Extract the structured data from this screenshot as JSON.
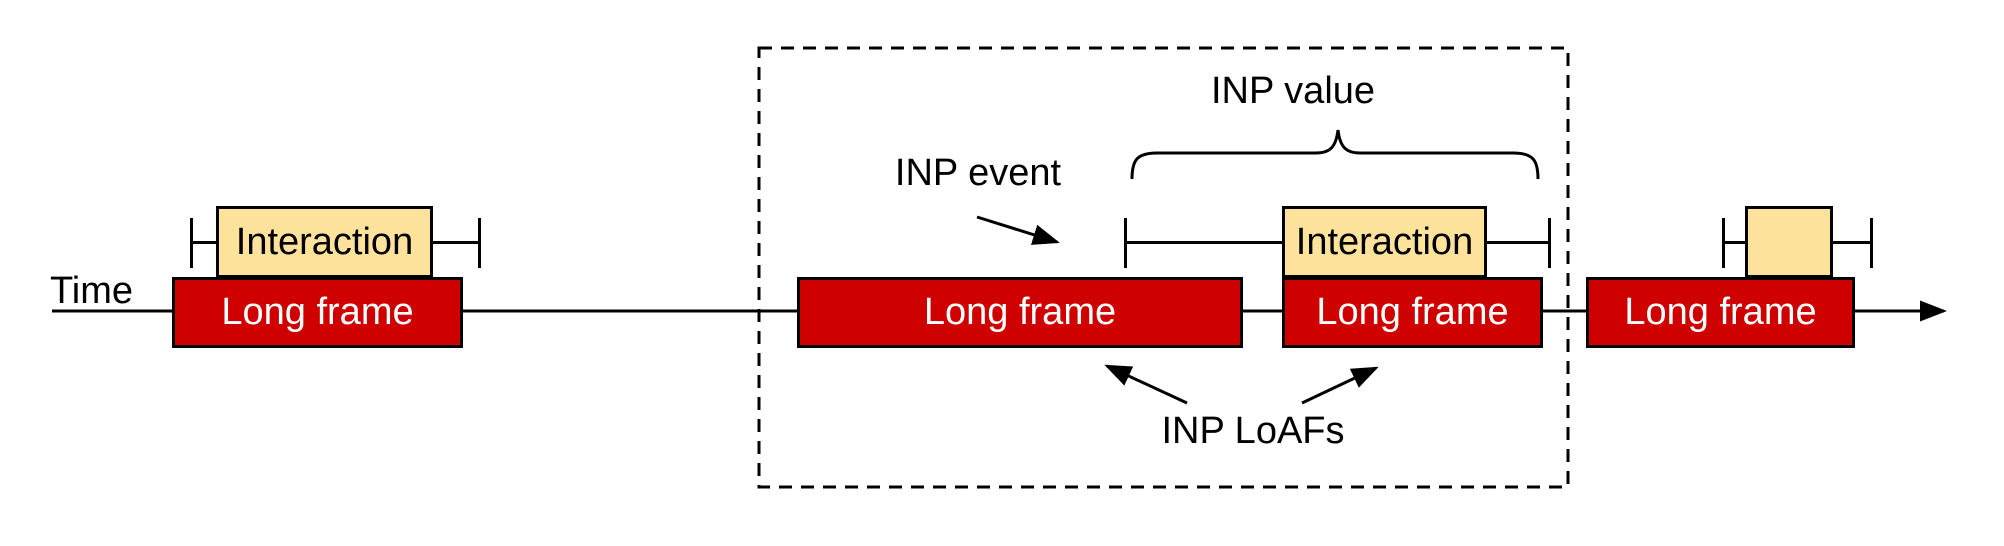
{
  "labels": {
    "time": "Time",
    "inp_event": "INP event",
    "inp_value": "INP value",
    "inp_loafs": "INP LoAFs"
  },
  "long_frames": [
    {
      "label": "Long frame"
    },
    {
      "label": "Long frame"
    },
    {
      "label": "Long frame"
    },
    {
      "label": "Long frame"
    }
  ],
  "interactions": [
    {
      "label": "Interaction"
    },
    {
      "label": "Interaction"
    },
    {
      "label": ""
    }
  ],
  "colors": {
    "long_frame_fill": "#ce0000",
    "long_frame_text": "#ffffff",
    "interaction_fill": "#fde29b",
    "line_color": "#000000",
    "background": "#ffffff"
  }
}
